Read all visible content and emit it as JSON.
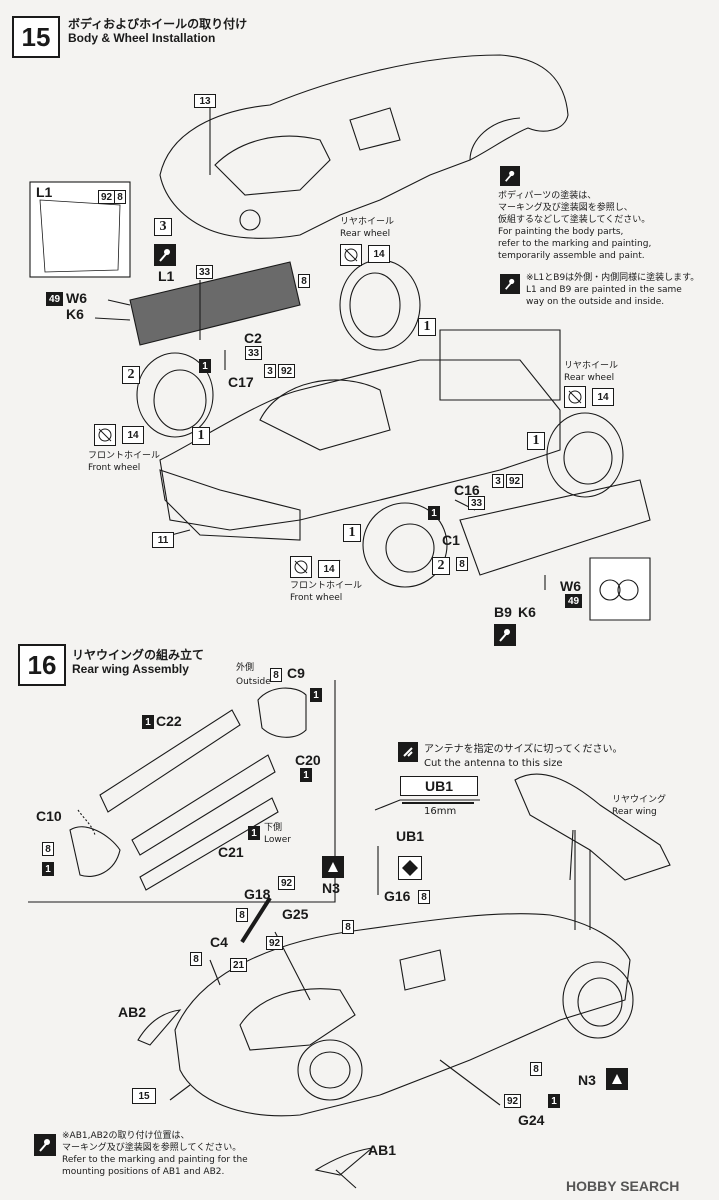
{
  "step15": {
    "number": "15",
    "title_jp": "ボディおよびホイールの取り付け",
    "title_en": "Body & Wheel Installation",
    "paint_note": {
      "jp1": "ボディパーツの塗装は、",
      "jp2": "マーキング及び塗装図を参照し、",
      "jp3": "仮組するなどして塗装してください。",
      "en1": "For painting the body parts,",
      "en2": "refer to the marking and painting,",
      "en3": "temporarily assemble and paint."
    },
    "l1b9_note": {
      "jp": "※L1とB9は外側・内側同様に塗装します。",
      "en1": "L1 and B9 are painted in the same",
      "en2": "way on the outside and inside."
    },
    "rear_wheel_jp": "リヤホイール",
    "rear_wheel_en": "Rear wheel",
    "front_wheel_jp": "フロントホイール",
    "front_wheel_en": "Front wheel",
    "labels": {
      "L1": "L1",
      "W6": "W6",
      "K6": "K6",
      "C2": "C2",
      "C17": "C17",
      "C16": "C16",
      "C1": "C1",
      "B9": "B9",
      "K6b": "K6",
      "W6b": "W6"
    },
    "boxes": {
      "b92": "92",
      "b8": "8",
      "b13": "13",
      "b33": "33",
      "b8c": "8",
      "b49": "49",
      "b1": "1",
      "b3": "3",
      "b92b": "92",
      "b14a": "14",
      "b14b": "14",
      "b14c": "14",
      "b14d": "14",
      "b11": "11",
      "b3b": "3",
      "b92c": "92",
      "b33b": "33",
      "b1b": "1",
      "b8d": "8",
      "b49b": "49"
    },
    "seq": {
      "s1": "1",
      "s2": "2",
      "s3": "3"
    }
  },
  "step16": {
    "number": "16",
    "title_jp": "リヤウイングの組み立て",
    "title_en": "Rear wing Assembly",
    "outside_jp": "外側",
    "outside_en": "Outside",
    "lower_jp": "下側",
    "lower_en": "Lower",
    "rear_wing_jp": "リヤウイング",
    "rear_wing_en": "Rear wing",
    "antenna_jp": "アンテナを指定のサイズに切ってください。",
    "antenna_en": "Cut the antenna to this size",
    "ub1": "UB1",
    "ub1_len": "16mm",
    "ub1_part": "UB1",
    "labels": {
      "C9": "C9",
      "C22": "C22",
      "C20": "C20",
      "C21": "C21",
      "C10": "C10",
      "N3": "N3",
      "G18": "G18",
      "G25": "G25",
      "G16": "G16",
      "C4": "C4",
      "AB2": "AB2",
      "AB1": "AB1",
      "N3b": "N3",
      "G24": "G24"
    },
    "boxes": {
      "b8": "8",
      "b1": "1",
      "b1c22": "1",
      "b1c20": "1",
      "b1lower": "1",
      "b8c10": "8",
      "b1c10": "1",
      "b92": "92",
      "b8g18": "8",
      "b8g25": "8",
      "b92g25": "92",
      "b8g16": "8",
      "b8c4": "8",
      "b21": "21",
      "b15": "15",
      "b8g24": "8",
      "b92g24": "92",
      "b1g24": "1"
    },
    "ab_note": {
      "jp1": "※AB1,AB2の取り付け位置は、",
      "jp2": "マーキング及び塗装図を参照してください。",
      "en1": "Refer to the marking and painting for the",
      "en2": "mounting positions of AB1 and AB2."
    }
  },
  "watermark": "HOBBY SEARCH"
}
